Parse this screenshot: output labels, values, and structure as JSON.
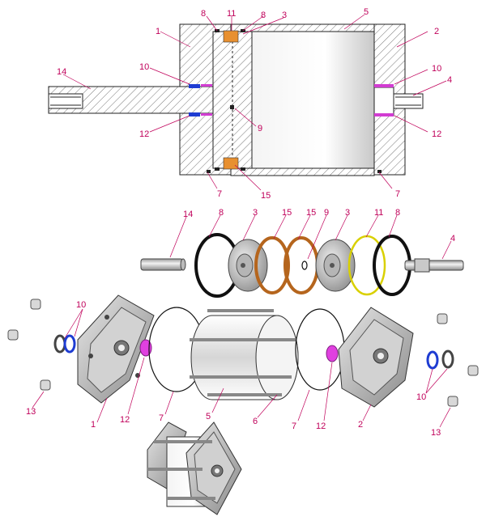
{
  "section_view": {
    "callouts": [
      {
        "id": "sv-1",
        "text": "1"
      },
      {
        "id": "sv-2",
        "text": "2"
      },
      {
        "id": "sv-3",
        "text": "3"
      },
      {
        "id": "sv-4",
        "text": "4"
      },
      {
        "id": "sv-5",
        "text": "5"
      },
      {
        "id": "sv-7a",
        "text": "7"
      },
      {
        "id": "sv-7b",
        "text": "7"
      },
      {
        "id": "sv-8a",
        "text": "8"
      },
      {
        "id": "sv-8b",
        "text": "8"
      },
      {
        "id": "sv-9",
        "text": "9"
      },
      {
        "id": "sv-10a",
        "text": "10"
      },
      {
        "id": "sv-10b",
        "text": "10"
      },
      {
        "id": "sv-11",
        "text": "11"
      },
      {
        "id": "sv-12a",
        "text": "12"
      },
      {
        "id": "sv-12b",
        "text": "12"
      },
      {
        "id": "sv-14",
        "text": "14"
      },
      {
        "id": "sv-15",
        "text": "15"
      }
    ]
  },
  "exploded_view": {
    "callouts": [
      {
        "id": "ev-14",
        "text": "14"
      },
      {
        "id": "ev-8a",
        "text": "8"
      },
      {
        "id": "ev-3a",
        "text": "3"
      },
      {
        "id": "ev-15a",
        "text": "15"
      },
      {
        "id": "ev-15b",
        "text": "15"
      },
      {
        "id": "ev-9",
        "text": "9"
      },
      {
        "id": "ev-3b",
        "text": "3"
      },
      {
        "id": "ev-11",
        "text": "11"
      },
      {
        "id": "ev-8b",
        "text": "8"
      },
      {
        "id": "ev-4",
        "text": "4"
      },
      {
        "id": "ev-10a",
        "text": "10"
      },
      {
        "id": "ev-10b",
        "text": "10"
      },
      {
        "id": "ev-13a",
        "text": "13"
      },
      {
        "id": "ev-13b",
        "text": "13"
      },
      {
        "id": "ev-1",
        "text": "1"
      },
      {
        "id": "ev-12a",
        "text": "12"
      },
      {
        "id": "ev-7a",
        "text": "7"
      },
      {
        "id": "ev-5",
        "text": "5"
      },
      {
        "id": "ev-6",
        "text": "6"
      },
      {
        "id": "ev-7b",
        "text": "7"
      },
      {
        "id": "ev-12b",
        "text": "12"
      },
      {
        "id": "ev-2",
        "text": "2"
      }
    ]
  },
  "colors": {
    "callout": "#c0005a",
    "hatch": "#555555",
    "seal_blue": "#1e3cd2",
    "seal_magenta": "#d23cd2",
    "piston_seal_orange": "#e89030",
    "piston_ring_brown": "#b5651d",
    "piston_ring_yellow": "#d9d000"
  }
}
